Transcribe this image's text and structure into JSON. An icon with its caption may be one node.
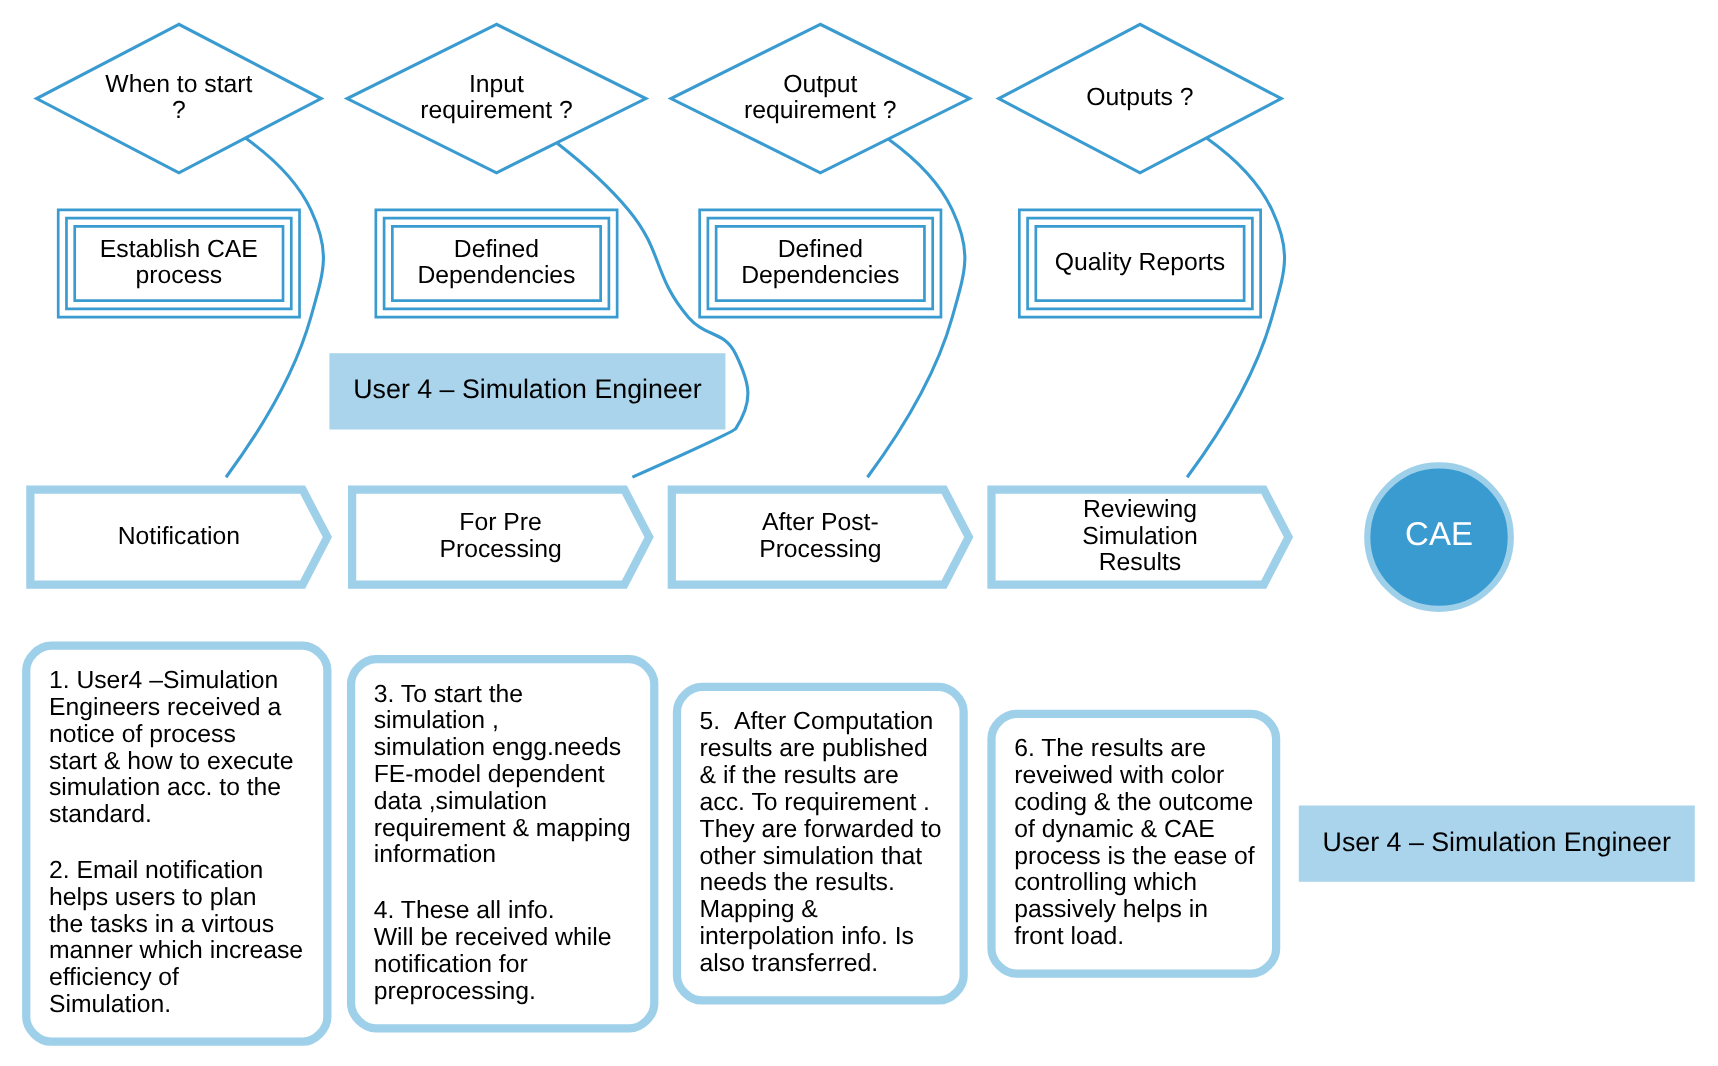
{
  "diagram": {
    "nodes": [
      {
        "text": [
          "When to start ?"
        ]
      },
      {
        "text": [
          "Input requirement ?"
        ]
      },
      {
        "text": [
          "Output requirement ?"
        ]
      },
      {
        "text": [
          "Outputs ?"
        ]
      },
      {
        "text": [
          "Establish CAE process"
        ]
      },
      {
        "text": [
          "Defined Dependencies"
        ]
      },
      {
        "text": [
          "Defined Dependencies"
        ]
      },
      {
        "text": [
          "Quality Reports"
        ]
      },
      {
        "text": [
          "Notification"
        ]
      },
      {
        "text": [
          "For Pre Processing"
        ]
      },
      {
        "text": [
          "After Post-Processing"
        ]
      },
      {
        "text": [
          "Reviewing Simulation Results"
        ]
      },
      {
        "text": [
          "CAE"
        ]
      },
      {
        "text": [
          "1. User4 –Simulation Engineers received a notice of process start & how to execute simulation acc. to the standard.",
          "2. Email notification helps users to plan the tasks in a virtous manner which increase efficiency of Simulation."
        ]
      },
      {
        "text": [
          "3. To start the simulation , simulation engg.needs FE-model dependent data ,simulation requirement & mapping information",
          "4. These all info. Will be received while notification for preprocessing."
        ]
      },
      {
        "text": [
          "5.  After Computation results are published & if the results are acc. To requirement . They are forwarded to other simulation that needs the results. Mapping & interpolation info. Is also transferred."
        ]
      },
      {
        "text": [
          "6. The results are reveiwed with color coding & the outcome of dynamic & CAE process is the ease of controlling which passively helps in front load."
        ]
      }
    ],
    "edges": [
      {
        "from": 8,
        "to": 0,
        "arrow": "none"
      },
      {
        "from": 9,
        "to": 1,
        "arrow": "none"
      },
      {
        "from": 10,
        "to": 2,
        "arrow": "none"
      },
      {
        "from": 11,
        "to": 3,
        "arrow": "none"
      }
    ],
    "labels": [
      "User 4 – Simulation Engineer",
      "User 4 – Simulation Engineer"
    ]
  }
}
